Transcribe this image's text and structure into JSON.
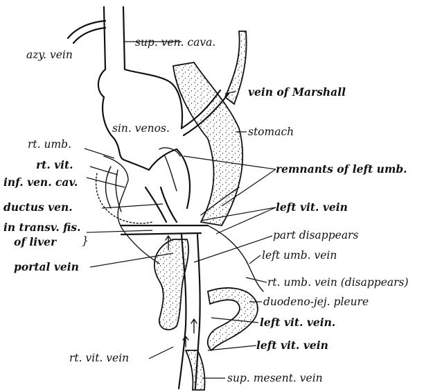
{
  "labels": {
    "azy_vein": "azy. vein",
    "sup_ven_cava": "sup. ven. cava.",
    "vein_of_marshall": "vein of Marshall",
    "sin_venos": "sin. venos.",
    "stomach": "stomach",
    "rt_umb": "rt. umb.",
    "rt_vit": "rt. vit.",
    "remnants_left_umb": "remnants of left umb.",
    "inf_ven_cav": "inf. ven. cav.",
    "ductus_ven": "ductus ven.",
    "left_vit_vein_1": "left vit. vein",
    "in_transv_fis": "in transv. fis.",
    "of_liver": "of liver",
    "part_disappears": "part disappears",
    "portal_vein": "portal vein",
    "left_umb_vein": "left umb. vein",
    "rt_umb_vein_disappears": "rt. umb. vein (disappears)",
    "duodeno_jej_pleure": "duodeno-jej. pleure",
    "left_vit_vein_2": "left vit. vein.",
    "rt_vit_vein": "rt. vit. vein",
    "left_vit_vein_3": "left vit. vein",
    "sup_mesent_vein": "sup. mesent. vein"
  }
}
